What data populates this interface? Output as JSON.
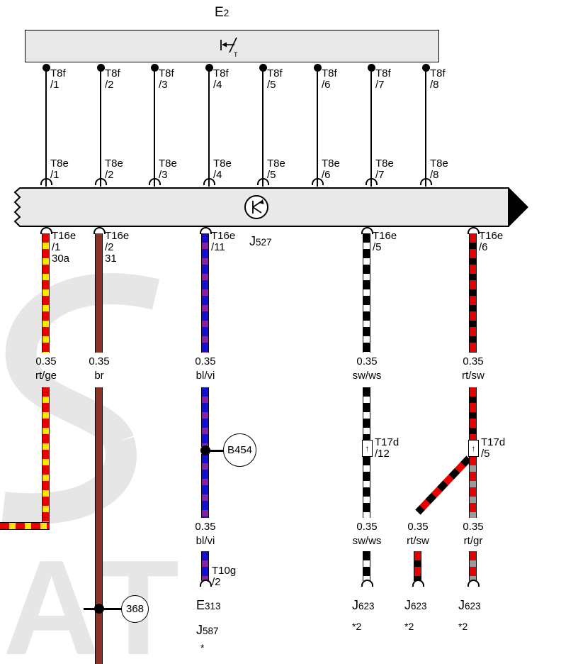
{
  "colors": {
    "red": "#e60000",
    "yellow": "#ffe600",
    "brown": "#8c3126",
    "blue": "#1010d2",
    "violet": "#8a1f9e",
    "gray": "#9a9a9a",
    "boxfill": "#e9e9e9",
    "watermark": "#e6e6e6"
  },
  "icons": {
    "t17d_arrow": "↑",
    "switch_t": "T"
  },
  "e2": {
    "prefix": "E",
    "sub": "2"
  },
  "bus": {
    "prefix": "J",
    "sub": "527"
  },
  "pins": [
    {
      "top": "T8f",
      "top_pin": "/1",
      "bot": "T8e",
      "bot_pin": "/1"
    },
    {
      "top": "T8f",
      "top_pin": "/2",
      "bot": "T8e",
      "bot_pin": "/2"
    },
    {
      "top": "T8f",
      "top_pin": "/3",
      "bot": "T8e",
      "bot_pin": "/3"
    },
    {
      "top": "T8f",
      "top_pin": "/4",
      "bot": "T8e",
      "bot_pin": "/4"
    },
    {
      "top": "T8f",
      "top_pin": "/5",
      "bot": "T8e",
      "bot_pin": "/5"
    },
    {
      "top": "T8f",
      "top_pin": "/6",
      "bot": "T8e",
      "bot_pin": "/6"
    },
    {
      "top": "T8f",
      "top_pin": "/7",
      "bot": "T8e",
      "bot_pin": "/7"
    },
    {
      "top": "T8f",
      "top_pin": "/8",
      "bot": "T8e",
      "bot_pin": "/8"
    }
  ],
  "branches": {
    "b1": {
      "conn": "T16e",
      "pin": "/1",
      "terminal": "30a",
      "gauge": "0.35",
      "color": "rt/ge"
    },
    "b2": {
      "conn": "T16e",
      "pin": "/2",
      "terminal": "31",
      "gauge": "0.35",
      "color": "br"
    },
    "b3": {
      "conn": "T16e",
      "pin": "/11",
      "gauge1": "0.35",
      "color1": "bl/vi",
      "junction": {
        "prefix": "B",
        "sub": "454"
      },
      "gauge2": "0.35",
      "color2": "bl/vi",
      "end_conn": "T10g",
      "end_pin": "/2",
      "target1": {
        "prefix": "E",
        "sub": "313"
      },
      "target2": {
        "prefix": "J",
        "sub": "587"
      },
      "note": "*"
    },
    "b4": {
      "conn": "T16e",
      "pin": "/5",
      "gauge1": "0.35",
      "color1": "sw/ws",
      "mid_conn": "T17d",
      "mid_pin": "/12",
      "gauge2": "0.35",
      "color2": "sw/ws",
      "target": {
        "prefix": "J",
        "sub": "623"
      },
      "note": "*2"
    },
    "b5": {
      "conn": "T16e",
      "pin": "/6",
      "gauge1": "0.35",
      "color1": "rt/sw",
      "mid_conn": "T17d",
      "mid_pin": "/5",
      "left": {
        "gauge": "0.35",
        "color": "rt/sw",
        "target": {
          "prefix": "J",
          "sub": "623"
        },
        "note": "*2"
      },
      "right": {
        "gauge": "0.35",
        "color": "rt/gr",
        "target": {
          "prefix": "J",
          "sub": "623"
        },
        "note": "*2"
      }
    }
  },
  "ground": {
    "label": "368"
  },
  "watermark": {
    "text": "AT"
  }
}
